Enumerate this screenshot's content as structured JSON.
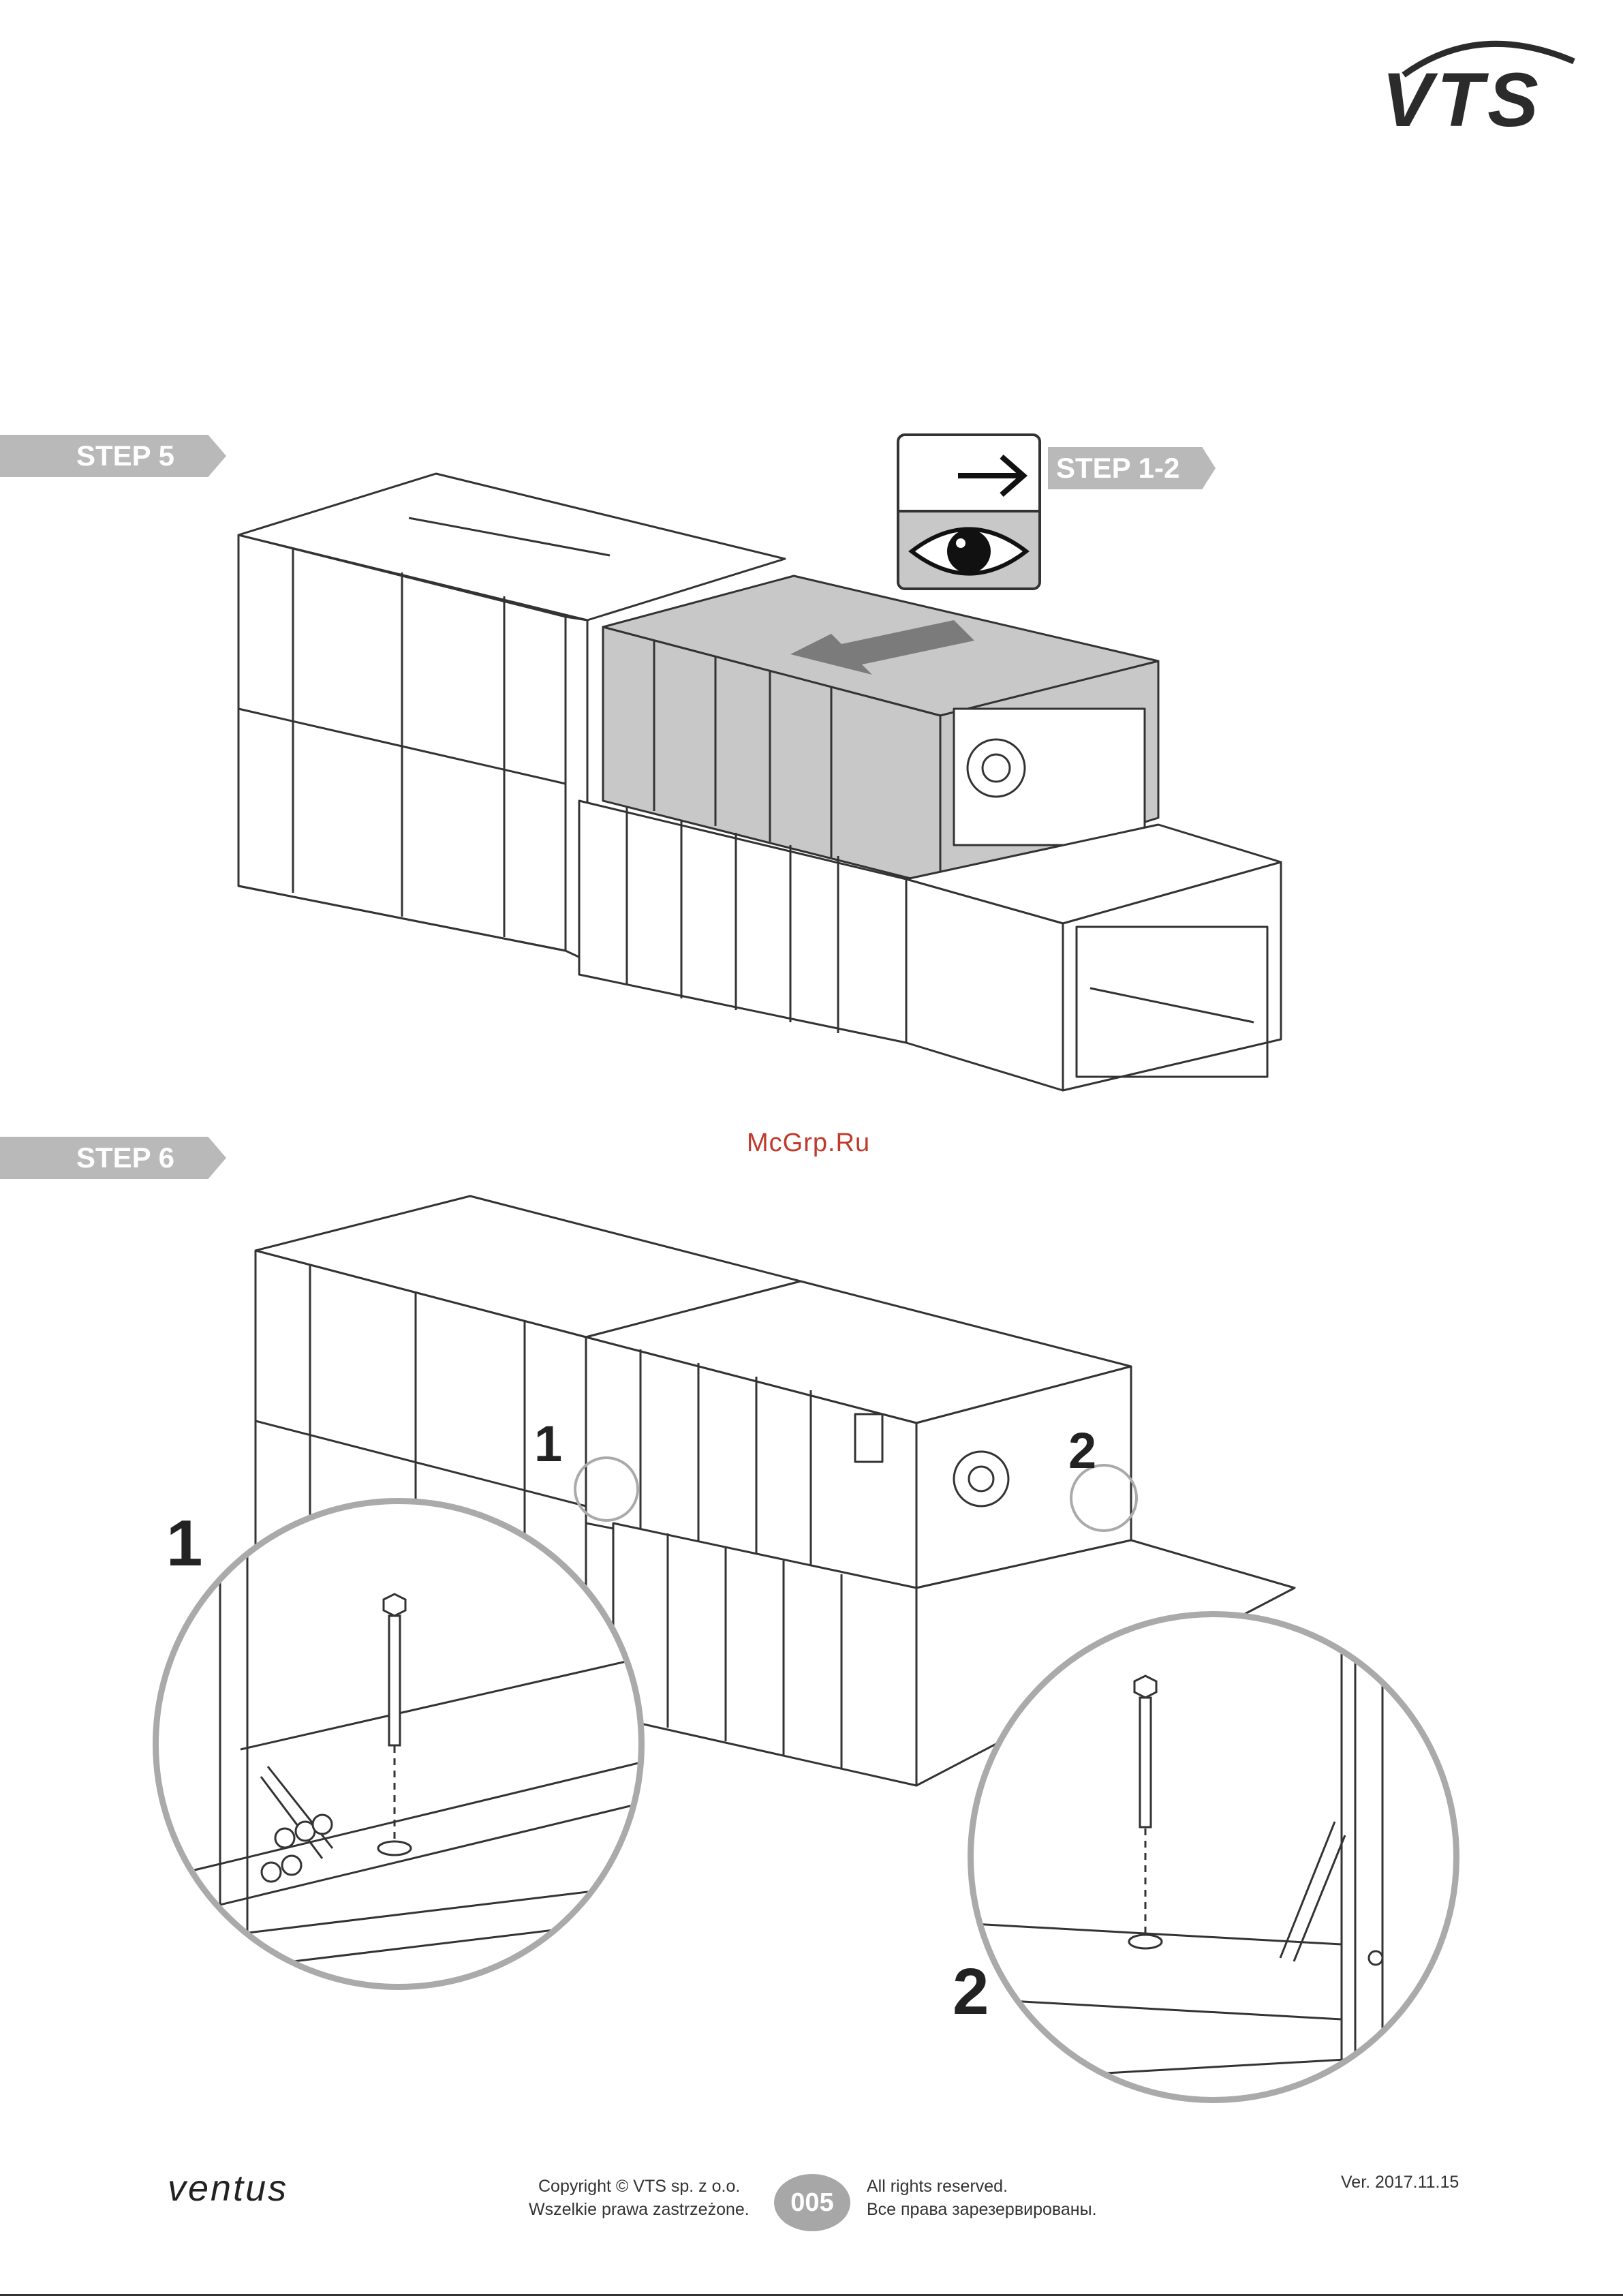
{
  "header": {
    "brand": "VTS"
  },
  "steps": {
    "step5": {
      "label": "STEP 5"
    },
    "step6": {
      "label": "STEP 6"
    },
    "reference": {
      "label": "STEP 1-2"
    }
  },
  "icons": {
    "reference_arrow": "arrow-right-icon",
    "inspect": "eye-icon",
    "flow_arrow": "airflow-arrow-icon"
  },
  "callouts": {
    "marker1": "1",
    "marker2": "2",
    "detail1": "1",
    "detail2": "2"
  },
  "watermark": "McGrp.Ru",
  "footer": {
    "product": "ventus",
    "copyright_line1": "Copyright © VTS sp. z o.o.",
    "copyright_line2": "Wszelkie prawa zastrzeżone.",
    "page_number": "005",
    "rights_line1": "All rights reserved.",
    "rights_line2": "Все права зарезервированы.",
    "version": "Ver. 2017.11.15"
  },
  "colors": {
    "tag_gray": "#b9b9b9",
    "highlight_gray": "#c8c8c8",
    "line": "#333333",
    "circle_gray": "#aaaaaa",
    "watermark_red": "#c0392b"
  }
}
